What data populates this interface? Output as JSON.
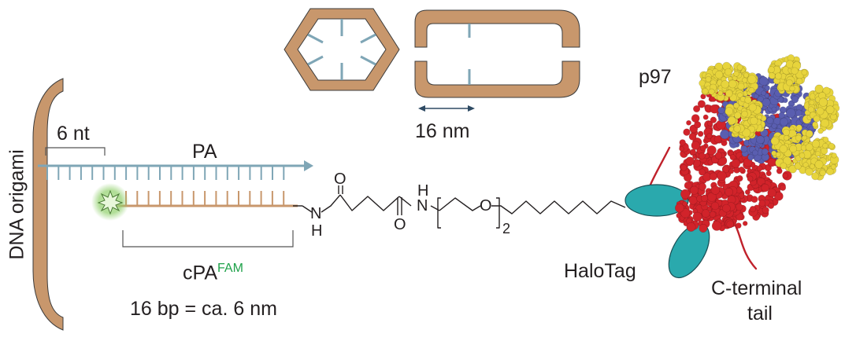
{
  "labels": {
    "dna_origami": "DNA origami",
    "six_nt": "6 nt",
    "pa": "PA",
    "sixteen_nm": "16 nm",
    "cpa": "cPA",
    "fam": "FAM",
    "bp_note": "16 bp = ca. 6 nm",
    "p97": "p97",
    "halotag": "HaloTag",
    "c_terminal": "C-terminal",
    "tail": "tail"
  },
  "linker": {
    "O_top": "O",
    "O_bottom": "O",
    "N_left": "N",
    "H_left": "H",
    "N_right": "N",
    "H_right": "H",
    "O_peg": "O",
    "subscript": "2"
  },
  "colors": {
    "origami": "#c8976c",
    "origami_stroke": "#3b3b3b",
    "strand_pa": "#7fa6b6",
    "strand_cpa": "#c8976c",
    "halotag": "#2aa9ad",
    "fam_glow": "#8fcf6a",
    "p97_red": "#d1232a",
    "p97_blue": "#5a5eb0",
    "p97_yellow": "#e7d43c",
    "fam_text": "#1fa24a"
  }
}
